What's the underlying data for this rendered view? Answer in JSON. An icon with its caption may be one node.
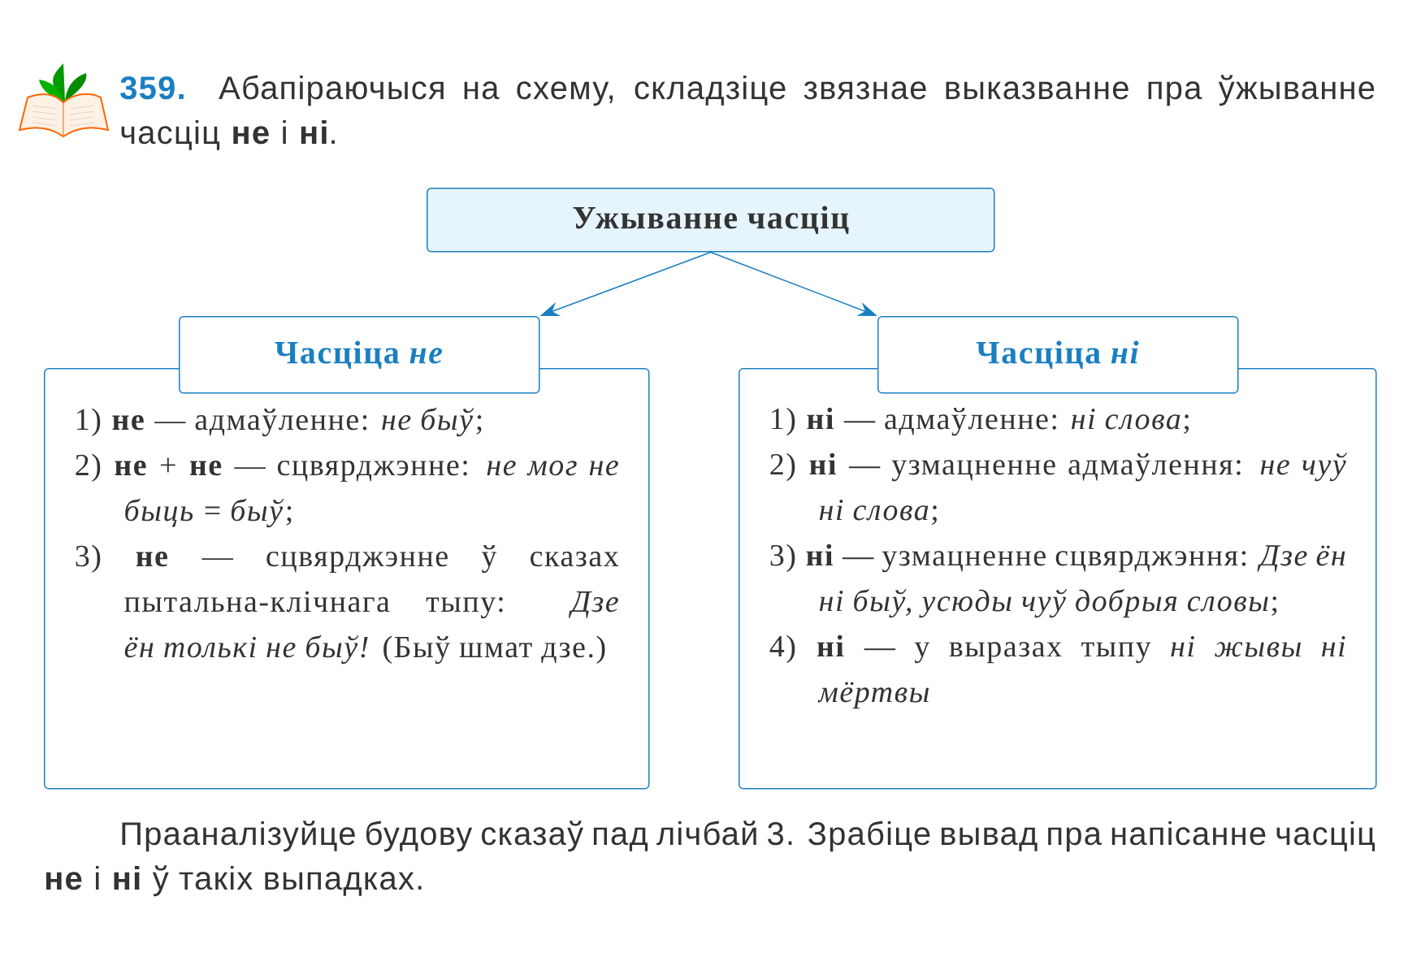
{
  "diagram": {
    "title": "Абапіраючыся на схему, складзіце звязнае выказванне пра ўжыванне часціц **не** і **ні**.",
    "nodes": [
      {
        "text": [
          "Ужыванне часціц"
        ]
      },
      {
        "text": [
          "Часціца *не*"
        ]
      },
      {
        "text": [
          "1) **не** — адмаўленне: *не быў*;",
          "2) **не** + **не** — сцвярджэнне: *не мог не быць* = *быў*;",
          "3) **не** — сцвярджэнне ў сказах пытальна-клічнага тыпу: *Дзе ён толькі не быў!* (Быў шмат дзе.)"
        ]
      },
      {
        "text": [
          "Часціца *ні*"
        ]
      },
      {
        "text": [
          "1) **ні** — адмаўленне: *ні слова*;",
          "2) **ні** — узмацненне адмаўлення: *не чуў ні слова*;",
          "3) **ні** — узмацненне сцвярджэння: *Дзе ён ні быў, усюды чуў добрыя словы*;",
          "4) **ні** — у выразах тыпу *ні жывы ні мёртвы*"
        ]
      }
    ],
    "edges": [
      {
        "from": 0,
        "to": 1,
        "arrow": "to"
      },
      {
        "from": 0,
        "to": 3,
        "arrow": "to"
      }
    ],
    "labels": [
      "359."
    ],
    "caption": "Прааналізуйце будову сказаў пад лічбай 3. Зрабіце вывад пра напісанне часціц **не** і **ні** ў такіх выпадках."
  }
}
